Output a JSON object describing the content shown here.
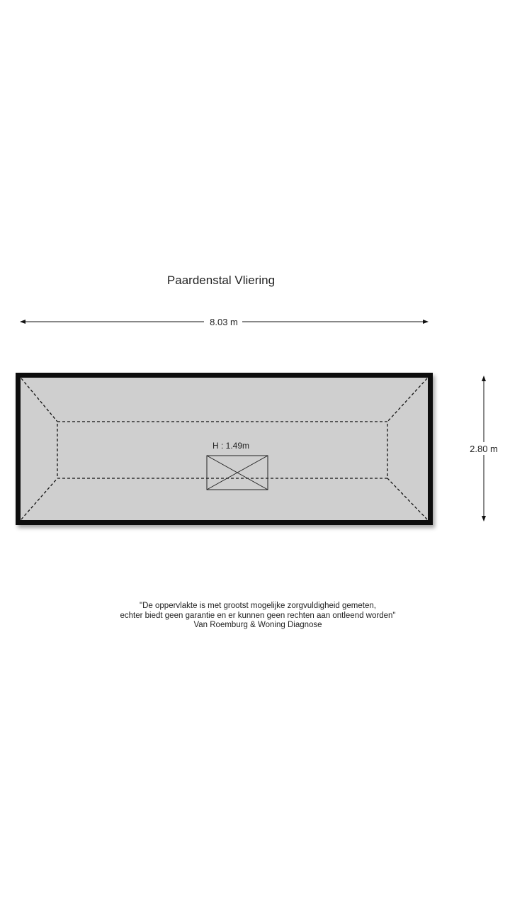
{
  "title": "Paardenstal Vliering",
  "dimensions": {
    "width_label": "8.03 m",
    "depth_label": "2.80 m"
  },
  "hatch": {
    "height_label": "H : 1.49m"
  },
  "disclaimer": {
    "line1": "\"De oppervlakte is met grootst mogelijke zorgvuldigheid gemeten,",
    "line2": "echter biedt geen garantie en er kunnen geen rechten aan ontleend worden\"",
    "line3": "Van Roemburg & Woning Diagnose"
  },
  "colors": {
    "wall": "#0a0a0a",
    "floor": "#cfcfcf",
    "lines": "#111111"
  }
}
